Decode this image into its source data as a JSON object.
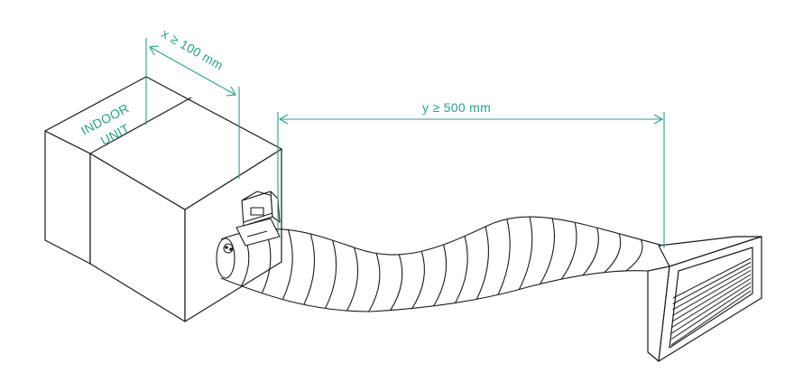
{
  "labels": {
    "indoor_line1": "INDOOR",
    "indoor_line2": "UNIT",
    "x_dimension": "x ≥ 100 mm",
    "y_dimension": "y ≥ 500 mm"
  },
  "colors": {
    "line": "#1a1a1a",
    "dimension": "#2a9d8f"
  }
}
